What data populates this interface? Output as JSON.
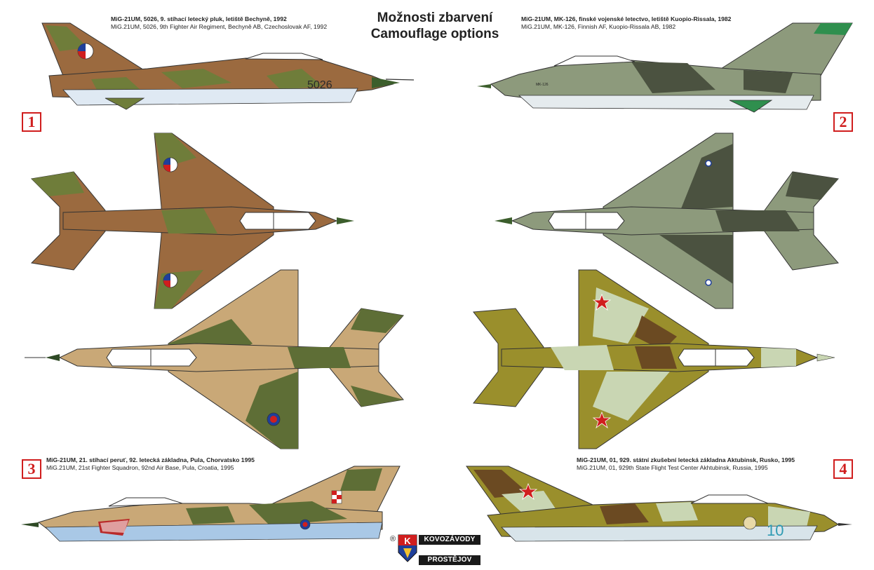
{
  "title": {
    "line1": "Možnosti zbarvení",
    "line2": "Camouflage options"
  },
  "schemes": [
    {
      "number": "1",
      "caption_cz": "MiG-21UM, 5026, 9. stíhací letecký pluk, letiště Bechyně, 1992",
      "caption_en": "MiG.21UM, 5026, 9th Fighter Air Regiment, Bechyně AB, Czechoslovak AF, 1992",
      "serial": "5026"
    },
    {
      "number": "2",
      "caption_cz": "MiG-21UM, MK-126, finské vojenské letectvo, letiště Kuopio-Rissala, 1982",
      "caption_en": "MiG.21UM, MK-126, Finnish AF, Kuopio-Rissala AB, 1982",
      "serial": "MK-126"
    },
    {
      "number": "3",
      "caption_cz": "MiG-21UM, 21. stíhací peruť, 92. letecká základna, Pula, Chorvatsko  1995",
      "caption_en": "MiG.21UM, 21st Fighter Squadron, 92nd Air Base, Pula, Croatia, 1995"
    },
    {
      "number": "4",
      "caption_cz": "MiG-21UM, 01, 929. státní zkušební letecká základna Aktubinsk, Rusko,  1995",
      "caption_en": "MiG.21UM, 01, 929th State Flight Test Center Akhtubinsk, Russia, 1995",
      "serial": "10"
    }
  ],
  "logo": {
    "registered": "®",
    "letter": "K",
    "top": "KOVOZÁVODY",
    "bottom": "PROSTĚJOV"
  },
  "colors": {
    "badge": "#d01e1e",
    "cs_brown": "#9b6a3f",
    "cs_green": "#6f7d3a",
    "fi_grey": "#8d9a7c",
    "fi_dark": "#4b5240",
    "hr_sand": "#c9a877",
    "hr_green": "#5e6e36",
    "ru_olive": "#9a8f2c",
    "ru_brown": "#6b4a22",
    "ru_pale": "#c9d6b3",
    "light_blue": "#a9c8e6",
    "canopy": "#ffffff"
  }
}
